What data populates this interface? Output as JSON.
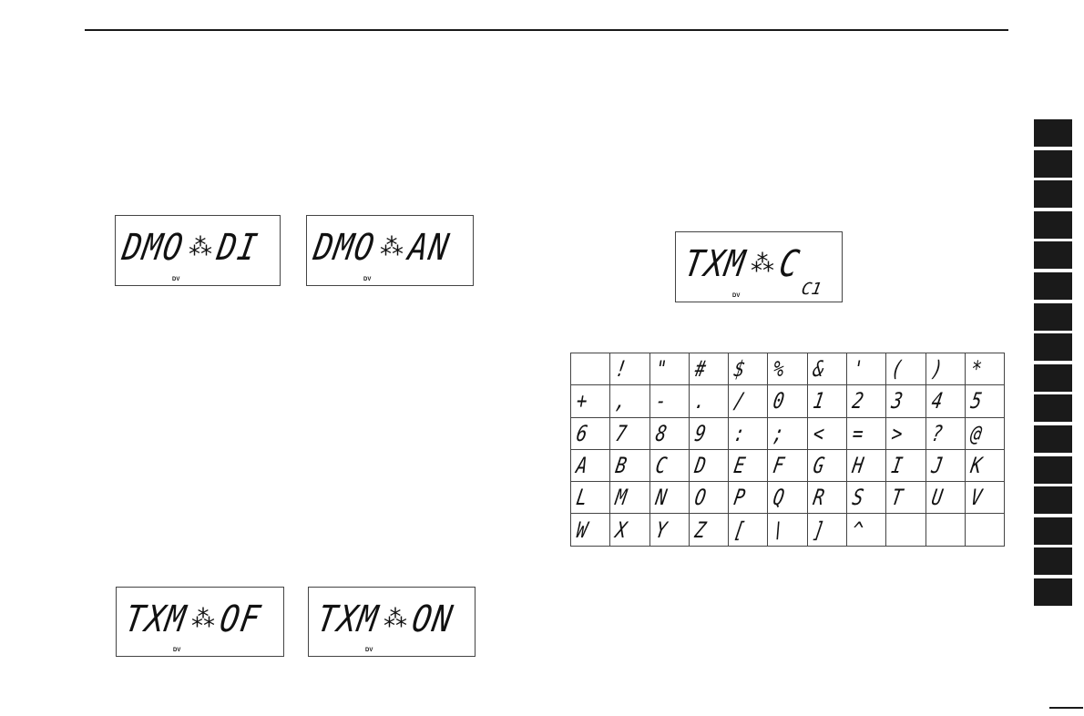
{
  "displays": {
    "dmo_di": {
      "left": "DMO",
      "right": "DI",
      "icon": "DV"
    },
    "dmo_an": {
      "left": "DMO",
      "right": "AN",
      "icon": "DV"
    },
    "txm_c": {
      "left": "TXM",
      "right": "C",
      "sub": "C1",
      "icon": "DV"
    },
    "txm_of": {
      "left": "TXM",
      "right": "OF",
      "icon": "DV"
    },
    "txm_on": {
      "left": "TXM",
      "right": "ON",
      "icon": "DV"
    }
  },
  "separator_glyph": "⁂",
  "char_table": [
    [
      "",
      "!",
      "\"",
      "#",
      "$",
      "%",
      "&",
      "'",
      "(",
      ")",
      "*"
    ],
    [
      "+",
      ",",
      "-",
      ".",
      "/",
      "0",
      "1",
      "2",
      "3",
      "4",
      "5"
    ],
    [
      "6",
      "7",
      "8",
      "9",
      ":",
      ";",
      "<",
      "=",
      ">",
      "?",
      "@"
    ],
    [
      "A",
      "B",
      "C",
      "D",
      "E",
      "F",
      "G",
      "H",
      "I",
      "J",
      "K"
    ],
    [
      "L",
      "M",
      "N",
      "O",
      "P",
      "Q",
      "R",
      "S",
      "T",
      "U",
      "V"
    ],
    [
      "W",
      "X",
      "Y",
      "Z",
      "[",
      "\\",
      "]",
      "^",
      "",
      "",
      ""
    ]
  ],
  "section_tabs": 16
}
